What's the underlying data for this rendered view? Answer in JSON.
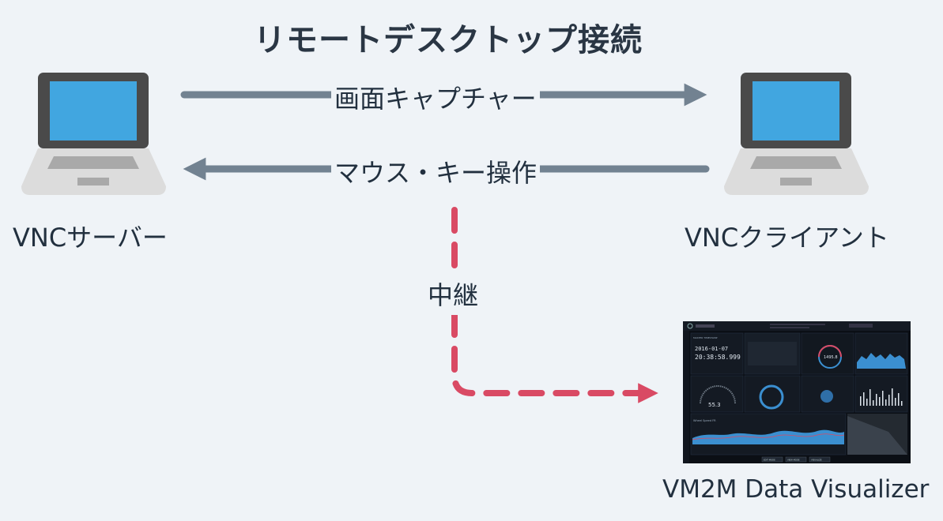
{
  "title": "リモートデスクトップ接続",
  "server": {
    "label": "VNCサーバー",
    "icon": "laptop-icon"
  },
  "client": {
    "label": "VNCクライアント",
    "icon": "laptop-icon"
  },
  "flows": {
    "screen_capture": "画面キャプチャー",
    "input_control": "マウス・キー操作",
    "relay": "中継"
  },
  "visualizer": {
    "label": "VM2M Data Visualizer",
    "screen": {
      "timestamp_title": "MASTER TIMESTAMP",
      "date": "2016-01-07",
      "time": "20:38:58.999",
      "speed_value": "55.3",
      "rpm_value": "1495.8",
      "wheel_speed_title": "Wheel Speed FR",
      "buttons": [
        "EDIT MODE",
        "VIEW MODE",
        "VISUALIZE"
      ]
    }
  },
  "colors": {
    "background": "#eff3f7",
    "arrow": "#728291",
    "relay_arrow": "#d94a64",
    "laptop_screen": "#41a6e0",
    "laptop_frame": "#4a4a4a",
    "laptop_base": "#dcdcdc"
  }
}
